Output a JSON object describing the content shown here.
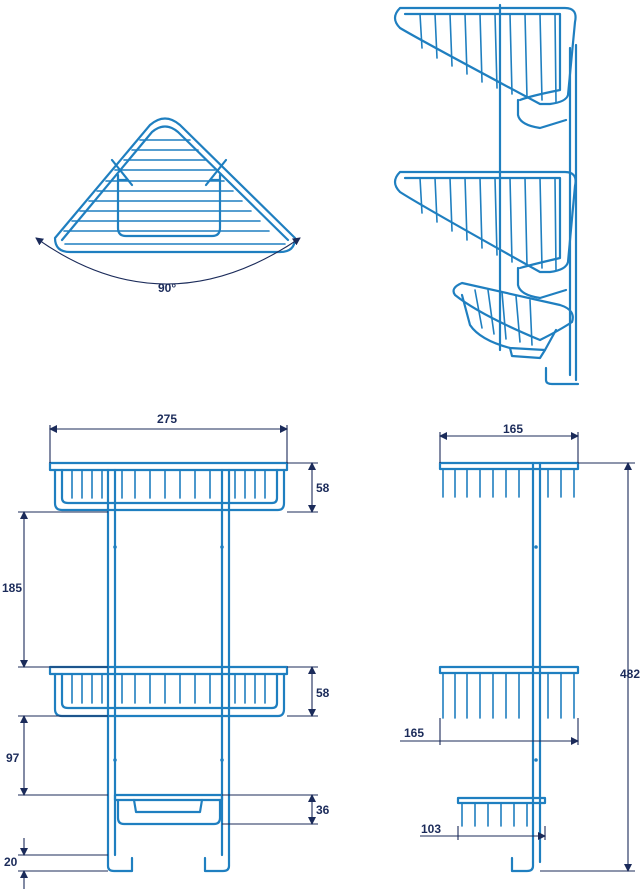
{
  "diagram": {
    "title": "",
    "colors": {
      "wire": "#1f7fc0",
      "dimension": "#1b2b5a",
      "background": "#ffffff"
    },
    "labels": {
      "angle": "90°",
      "front_width": "275",
      "front_basket_height_top": "58",
      "front_gap_top": "185",
      "front_basket_height_middle": "58",
      "front_gap_bottom": "97",
      "front_small_basket_height": "36",
      "front_hook_height": "20",
      "side_depth_top": "165",
      "side_total_height": "482",
      "side_depth_middle": "165",
      "side_depth_small": "103"
    }
  }
}
